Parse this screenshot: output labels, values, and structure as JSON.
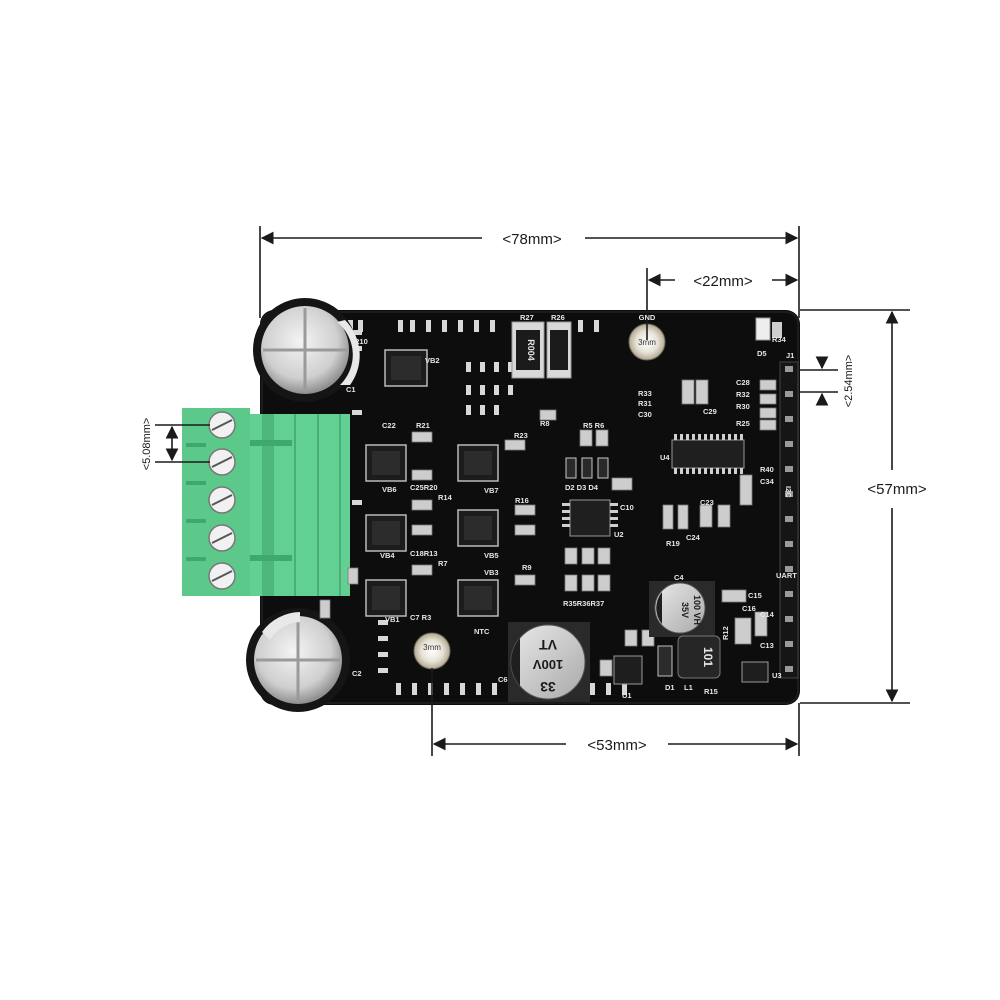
{
  "dimensions": {
    "width_total": "<78mm>",
    "width_hole_right": "<22mm>",
    "height_total": "<57mm>",
    "pin_pitch": "<2.54mm>",
    "terminal_pitch": "<5.08mm>",
    "hole_bottom_right": "<53mm>"
  },
  "mounting_holes": {
    "top": "3mm",
    "bottom": "3mm"
  },
  "silkscreen": {
    "gnd": "GND",
    "resistor_r27": "R27",
    "resistor_r26": "R26",
    "shunt_value": "R004",
    "r10": "R10",
    "c1": "C1",
    "c2": "C2",
    "vb2": "VB2",
    "c22": "C22",
    "r21": "R21",
    "r23": "R23",
    "c25r20": "C25R20",
    "vb6": "VB6",
    "vb7": "VB7",
    "r14": "R14",
    "r16": "R16",
    "vb4": "VB4",
    "c18r13": "C18R13",
    "vb5": "VB5",
    "r7": "R7",
    "r9": "R9",
    "vb3": "VB3",
    "vb1": "VB1",
    "c7r3": "C7 R3",
    "ntc": "NTC",
    "u2": "U2",
    "u4": "U4",
    "r5r6": "R5 R6",
    "d2d3d4": "D2 D3 D4",
    "r35r36r37": "R35R36R37",
    "c6": "C6",
    "c4": "C4",
    "c15": "C15",
    "c16": "C16",
    "c14": "C14",
    "c13": "C13",
    "r12": "R12",
    "u1": "U1",
    "d1": "D1",
    "l1": "L1",
    "r15": "R15",
    "u3": "U3",
    "d5": "D5",
    "r34": "R34",
    "j1": "J1",
    "r33": "R33",
    "r31": "R31",
    "c30": "C30",
    "c29": "C29",
    "c28": "C28",
    "r32": "R32",
    "r30": "R30",
    "r25": "R25",
    "r40": "R40",
    "c34": "C34",
    "i2c": "I2C",
    "uart": "UART",
    "r19": "R19",
    "c24": "C24",
    "c23": "C23",
    "c10": "C10",
    "r8": "R8"
  },
  "components": {
    "cap_c6_value": "33",
    "cap_c6_voltage": "100V",
    "cap_c6_series": "VT",
    "cap_c4_value": "35V",
    "cap_c4_series": "100 VH",
    "inductor_value": "101"
  },
  "colors": {
    "pcb": "#0d0d0d",
    "silk": "#e6e6e6",
    "terminal": "#5cc98a",
    "terminal_dark": "#3fa86c",
    "dimension_line": "#1a1a1a"
  }
}
